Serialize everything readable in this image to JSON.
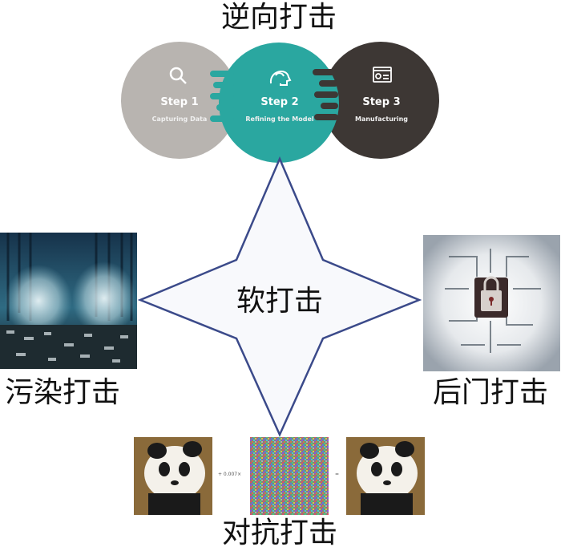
{
  "labels": {
    "top": "逆向打击",
    "center": "软打击",
    "left": "污染打击",
    "right": "后门打击",
    "bottom": "对抗打击"
  },
  "steps": [
    {
      "title": "Step 1",
      "subtitle": "Capturing Data",
      "color": "#b8b4b0",
      "icon": "magnifier-icon"
    },
    {
      "title": "Step 2",
      "subtitle": "Refining the Model",
      "color": "#2aa7a0",
      "icon": "brain-head-icon"
    },
    {
      "title": "Step 3",
      "subtitle": "Manufacturing",
      "color": "#3d3734",
      "icon": "settings-window-icon"
    }
  ],
  "adversarial": {
    "multiplier": "+ 0.007×",
    "equals": "="
  },
  "colors": {
    "star_stroke": "#3b4a8a",
    "star_fill": "#f8f9fc"
  }
}
